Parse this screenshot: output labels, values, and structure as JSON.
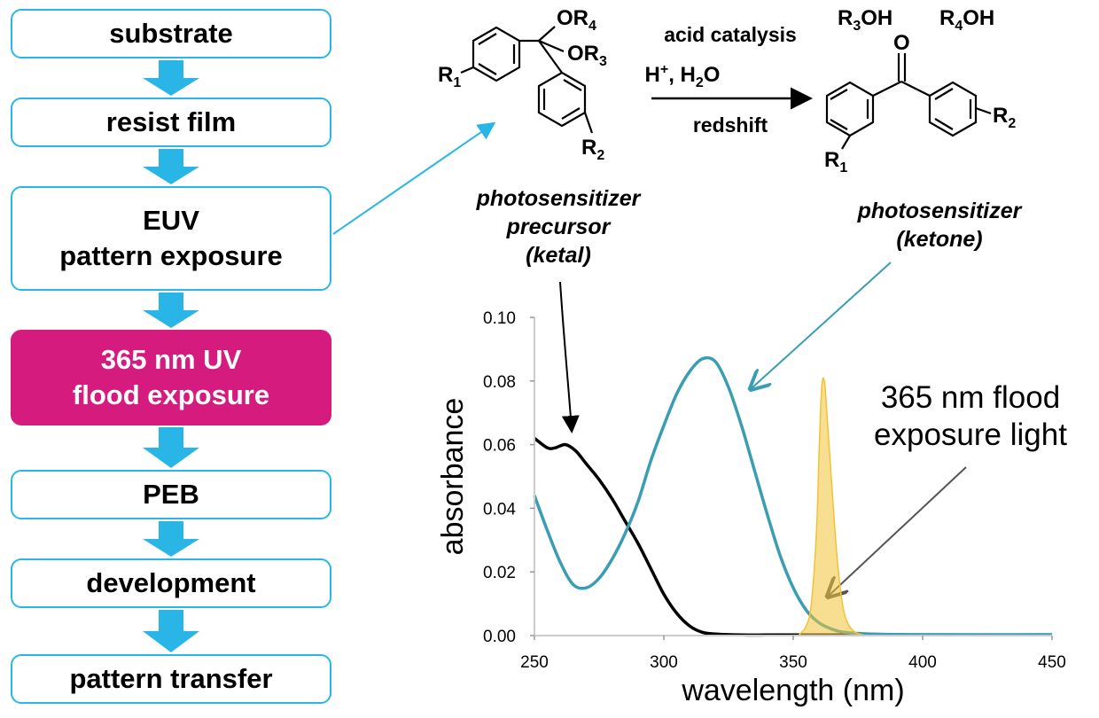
{
  "flow": {
    "steps": [
      {
        "lines": [
          "substrate"
        ]
      },
      {
        "lines": [
          "resist film"
        ]
      },
      {
        "lines": [
          "EUV",
          "pattern exposure"
        ]
      },
      {
        "lines": [
          "365 nm UV",
          "flood exposure"
        ],
        "highlight": true
      },
      {
        "lines": [
          "PEB"
        ]
      },
      {
        "lines": [
          "development"
        ]
      },
      {
        "lines": [
          "pattern transfer"
        ]
      }
    ],
    "arrow_color": "#29b6e6",
    "highlight_color": "#d51c7e"
  },
  "reaction": {
    "conditions": [
      "acid catalysis",
      "H+, H2O",
      "redshift"
    ],
    "precursor_label": [
      "photosensitizer",
      "precursor",
      "(ketal)"
    ],
    "product_label": [
      "photosensitizer",
      "(ketone)"
    ],
    "byproducts": [
      "R3OH",
      "R4OH"
    ],
    "substituents": {
      "precursor": [
        "OR4",
        "OR3",
        "R1",
        "R2"
      ],
      "product": [
        "O",
        "R1",
        "R2"
      ]
    }
  },
  "chart_data": {
    "type": "line",
    "xlabel": "wavelength (nm)",
    "ylabel": "absorbance",
    "xlim": [
      250,
      450
    ],
    "ylim": [
      0,
      0.1
    ],
    "xticks": [
      250,
      300,
      350,
      400,
      450
    ],
    "yticks": [
      "0.00",
      "0.02",
      "0.04",
      "0.06",
      "0.08",
      "0.10"
    ],
    "series": [
      {
        "color": "#000000",
        "x": [
          250,
          255,
          258,
          262,
          266,
          270,
          275,
          280,
          285,
          290,
          295,
          300,
          305,
          310,
          315,
          320,
          330,
          340,
          350,
          400,
          450
        ],
        "y": [
          0.062,
          0.059,
          0.059,
          0.06,
          0.058,
          0.054,
          0.049,
          0.043,
          0.036,
          0.029,
          0.021,
          0.013,
          0.007,
          0.003,
          0.001,
          0.0005,
          0.0002,
          0.0002,
          0.0002,
          0.0002,
          0.0002
        ]
      },
      {
        "color": "#3a9db3",
        "x": [
          250,
          255,
          260,
          265,
          270,
          275,
          280,
          285,
          290,
          295,
          300,
          305,
          310,
          315,
          320,
          325,
          330,
          335,
          340,
          345,
          350,
          355,
          360,
          365,
          370,
          380,
          400,
          450
        ],
        "y": [
          0.044,
          0.033,
          0.023,
          0.016,
          0.015,
          0.018,
          0.024,
          0.032,
          0.042,
          0.055,
          0.066,
          0.076,
          0.083,
          0.087,
          0.086,
          0.078,
          0.066,
          0.052,
          0.038,
          0.025,
          0.015,
          0.008,
          0.004,
          0.002,
          0.001,
          0.0005,
          0.0003,
          0.0003
        ]
      },
      {
        "color": "#f2c236",
        "type": "area",
        "x": [
          352,
          355,
          357,
          359,
          360,
          361,
          362,
          363,
          365,
          367,
          369,
          371,
          374,
          378
        ],
        "y": [
          0.0,
          0.003,
          0.01,
          0.033,
          0.058,
          0.078,
          0.08,
          0.07,
          0.046,
          0.024,
          0.01,
          0.004,
          0.001,
          0.0
        ]
      }
    ],
    "annotations": [
      "365 nm flood",
      "exposure light"
    ]
  }
}
